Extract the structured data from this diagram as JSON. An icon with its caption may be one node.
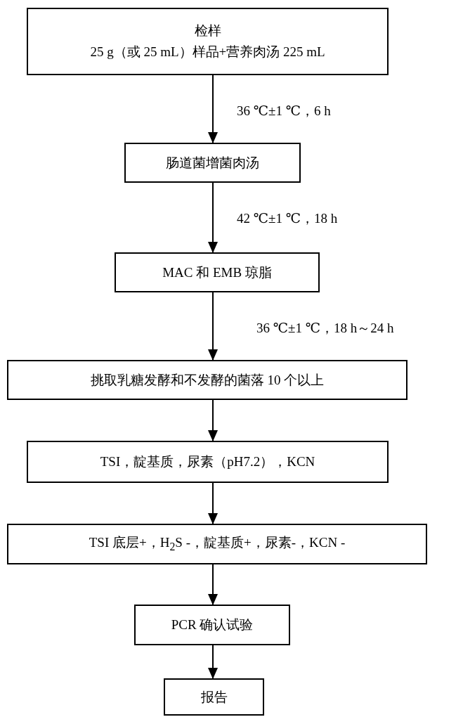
{
  "diagram": {
    "nodes": [
      {
        "text": [
          "检样",
          "25 g（或 25 mL）样品+营养肉汤 225 mL"
        ]
      },
      {
        "text": [
          "肠道菌增菌肉汤"
        ]
      },
      {
        "text": [
          "MAC 和 EMB 琼脂"
        ]
      },
      {
        "text": [
          "挑取乳糖发酵和不发酵的菌落 10 个以上"
        ]
      },
      {
        "text": [
          "TSI，靛基质，尿素（pH7.2），KCN"
        ]
      },
      {
        "text": [
          "TSI 底层+，H$_{2}$S -，靛基质+，尿素-，KCN -"
        ]
      },
      {
        "text": [
          "PCR 确认试验"
        ]
      },
      {
        "text": [
          "报告"
        ]
      }
    ],
    "edges": [
      {
        "from": 0,
        "to": 1,
        "arrow": "to",
        "label": "36 ℃±1 ℃，6 h"
      },
      {
        "from": 1,
        "to": 2,
        "arrow": "to",
        "label": "42 ℃±1 ℃，18 h"
      },
      {
        "from": 2,
        "to": 3,
        "arrow": "to",
        "label": "36 ℃±1 ℃，18 h～24 h"
      },
      {
        "from": 3,
        "to": 4,
        "arrow": "to"
      },
      {
        "from": 4,
        "to": 5,
        "arrow": "to"
      },
      {
        "from": 5,
        "to": 6,
        "arrow": "to"
      },
      {
        "from": 6,
        "to": 7,
        "arrow": "to"
      }
    ]
  }
}
